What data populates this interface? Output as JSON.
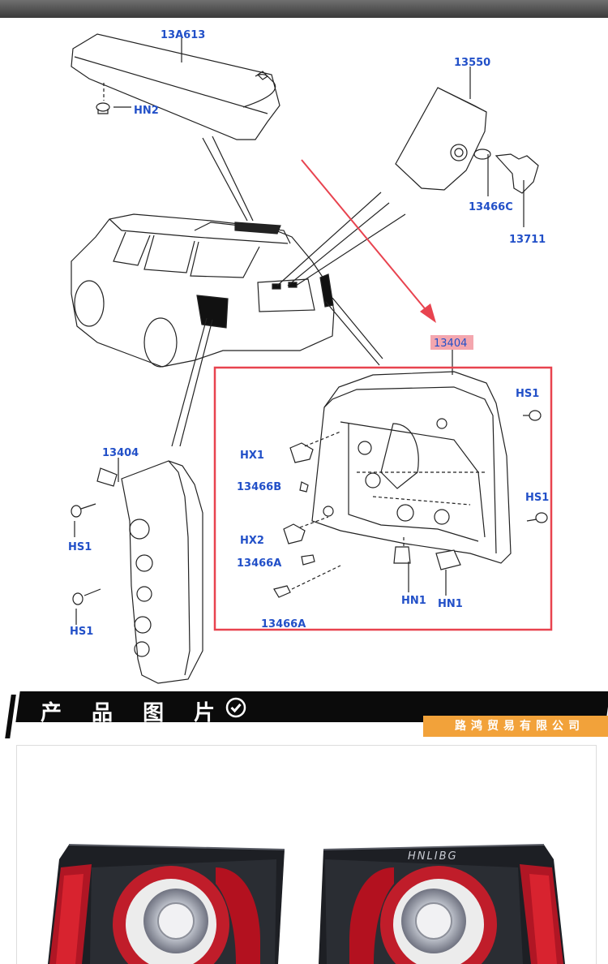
{
  "diagram": {
    "labels": {
      "spoiler": "13A613",
      "hn2": "HN2",
      "lamp_small": "13550",
      "bulb_c": "13466C",
      "connector": "13711",
      "callout_main": "13404",
      "left_lamp": "13404",
      "hs1_a": "HS1",
      "hs1_b": "HS1",
      "hs1_c": "HS1",
      "hs1_d": "HS1",
      "hx1": "HX1",
      "bulb_b": "13466B",
      "hx2": "HX2",
      "bulb_a1": "13466A",
      "bulb_a2": "13466A",
      "hn1_a": "HN1",
      "hn1_b": "HN1"
    },
    "colors": {
      "label": "#2250c8",
      "highlight": "#e8434f",
      "arrow": "#e8434f"
    }
  },
  "banner": {
    "title": "产 品 图 片",
    "company": "路鸿贸易有限公司",
    "check_icon": "check-circle-icon",
    "accent": "#f2a23a"
  },
  "photo": {
    "watermark": "HNLIBG"
  }
}
